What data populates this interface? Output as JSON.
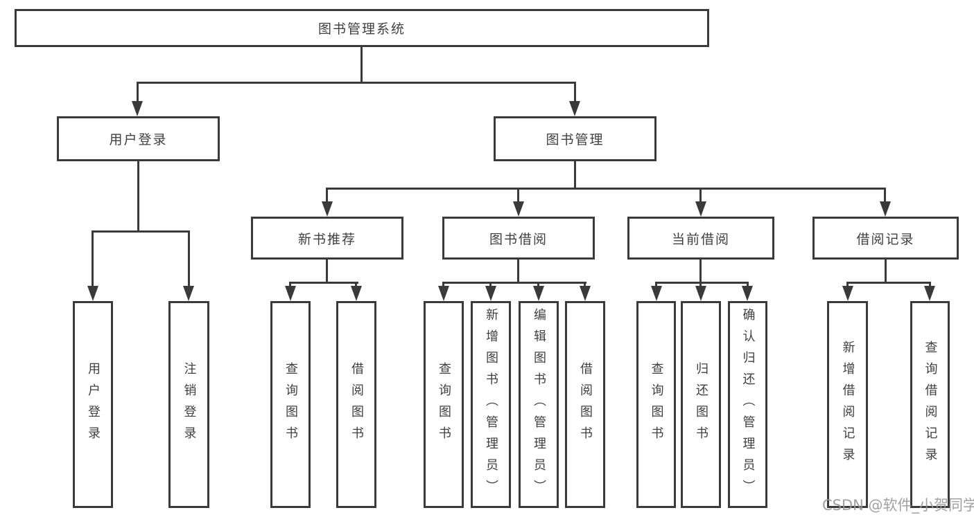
{
  "nodes": {
    "root": "图书管理系统",
    "level2": [
      "用户登录",
      "图书管理"
    ],
    "level3": [
      "新书推荐",
      "图书借阅",
      "当前借阅",
      "借阅记录"
    ],
    "leaves": [
      "用户登录",
      "注销登录",
      "查询图书",
      "借阅图书",
      "查询图书",
      "新增图书（管理员）",
      "编辑图书（管理员）",
      "借阅图书",
      "查询图书",
      "归还图书",
      "确认归还（管理员）",
      "新增借阅记录",
      "查询借阅记录"
    ]
  },
  "structure": {
    "图书管理系统": [
      "用户登录",
      "图书管理"
    ],
    "用户登录": [
      "用户登录",
      "注销登录"
    ],
    "图书管理": [
      "新书推荐",
      "图书借阅",
      "当前借阅",
      "借阅记录"
    ],
    "新书推荐": [
      "查询图书",
      "借阅图书"
    ],
    "图书借阅": [
      "查询图书",
      "新增图书（管理员）",
      "编辑图书（管理员）",
      "借阅图书"
    ],
    "当前借阅": [
      "查询图书",
      "归还图书",
      "确认归还（管理员）"
    ],
    "借阅记录": [
      "新增借阅记录",
      "查询借阅记录"
    ]
  },
  "watermark": "CSDN @软件_小贺同学",
  "colors": {
    "line": "#3a3a3a",
    "text": "#3f3f3f",
    "box_fill": "#ffffff",
    "background": "#ffffff",
    "watermark": "#989898"
  }
}
